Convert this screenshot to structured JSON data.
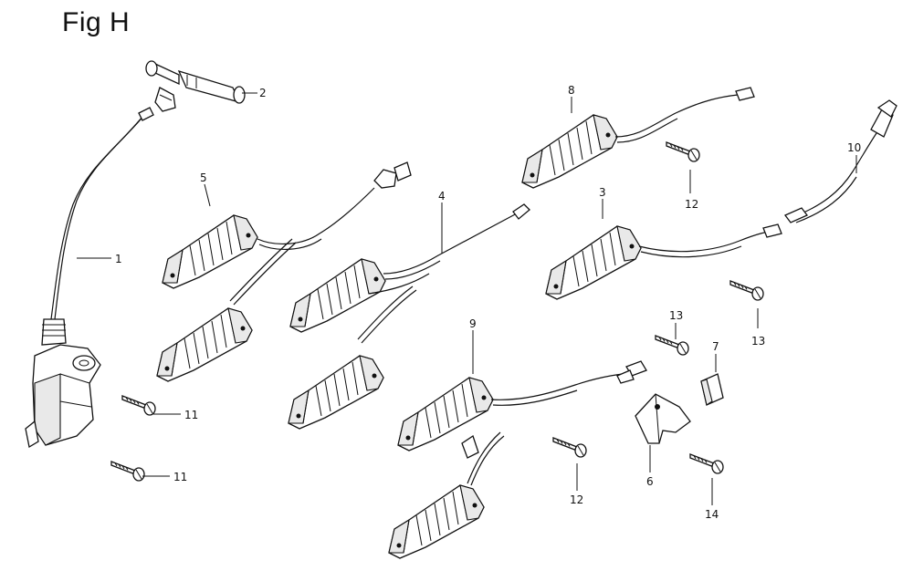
{
  "title": "Fig H",
  "callouts": {
    "c1": "1",
    "c2": "2",
    "c3": "3",
    "c4": "4",
    "c5": "5",
    "c6": "6",
    "c7": "7",
    "c8": "8",
    "c9": "9",
    "c10": "10",
    "c11a": "11",
    "c11b": "11",
    "c12a": "12",
    "c12b": "12",
    "c13a": "13",
    "c13b": "13",
    "c14": "14"
  }
}
